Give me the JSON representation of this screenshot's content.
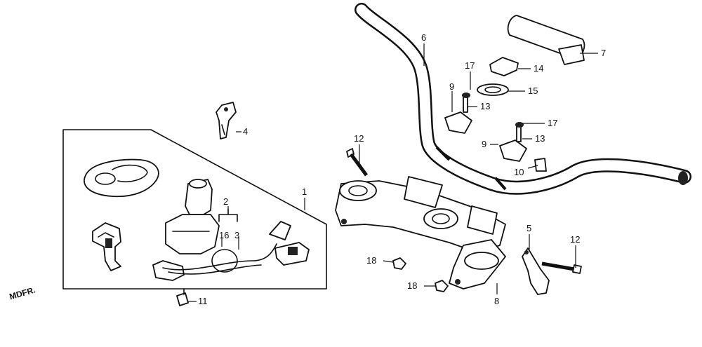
{
  "parts": [
    {
      "id": "p1",
      "label": "1"
    },
    {
      "id": "p2",
      "label": "2"
    },
    {
      "id": "p3",
      "label": "3"
    },
    {
      "id": "p4",
      "label": "4"
    },
    {
      "id": "p5",
      "label": "5"
    },
    {
      "id": "p6",
      "label": "6"
    },
    {
      "id": "p7",
      "label": "7"
    },
    {
      "id": "p8",
      "label": "8"
    },
    {
      "id": "p9a",
      "label": "9"
    },
    {
      "id": "p9b",
      "label": "9"
    },
    {
      "id": "p10",
      "label": "10"
    },
    {
      "id": "p11",
      "label": "11"
    },
    {
      "id": "p12a",
      "label": "12"
    },
    {
      "id": "p12b",
      "label": "12"
    },
    {
      "id": "p13a",
      "label": "13"
    },
    {
      "id": "p13b",
      "label": "13"
    },
    {
      "id": "p14",
      "label": "14"
    },
    {
      "id": "p15",
      "label": "15"
    },
    {
      "id": "p16",
      "label": "16"
    },
    {
      "id": "p17a",
      "label": "17"
    },
    {
      "id": "p17b",
      "label": "17"
    },
    {
      "id": "p18a",
      "label": "18"
    },
    {
      "id": "p18b",
      "label": "18"
    }
  ],
  "watermark": "MDFR."
}
